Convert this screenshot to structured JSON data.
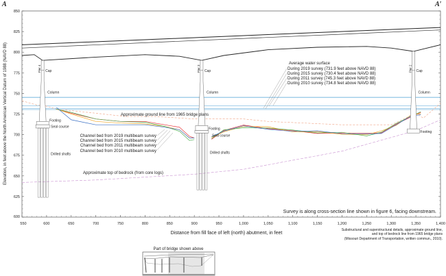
{
  "corner_labels": {
    "left": "A",
    "right": "A′"
  },
  "y_axis": {
    "title": "Elevation, in feet above the North American Vertical Datum of 1988 (NAVD 88)",
    "ticks": [
      "600",
      "625",
      "650",
      "675",
      "700",
      "725",
      "750",
      "775",
      "800",
      "825",
      "850"
    ]
  },
  "x_axis": {
    "title": "Distance from fill face of left (north) abutment, in feet",
    "ticks": [
      "550",
      "600",
      "650",
      "700",
      "750",
      "800",
      "850",
      "900",
      "950",
      "1,000",
      "1,050",
      "1,100",
      "1,150",
      "1,200",
      "1,250",
      "1,300",
      "1,350",
      "1,400"
    ]
  },
  "piers": [
    {
      "name": "Pier 4"
    },
    {
      "name": "Pier 3"
    },
    {
      "name": "Pier 2"
    }
  ],
  "part_labels": {
    "cap": "Cap",
    "column": "Column",
    "footing": "Footing",
    "seal": "Seal course",
    "shafts": "Drilled shafts"
  },
  "water": {
    "title": "Average water surface",
    "items": [
      "During 2019 survey (731.9 feet above NAVD 88)",
      "During 2015 survey (730.4 feet above NAVD 88)",
      "During 2011 survey (745.3 feet above NAVD 88)",
      "During 2010 survey (734.8 feet above NAVD 88)"
    ]
  },
  "ground_label": "Approximate ground line from 1965 bridge plans",
  "bedrock_label": "Approximate top of bedrock (from core logs)",
  "channel_beds": [
    "Channel bed from 2019 multibeam survey",
    "Channel bed from 2015 multibeam survey",
    "Channel bed from 2011 multibeam survey",
    "Channel bed from 2010 multibeam survey"
  ],
  "survey_note": "Survey is along cross-section line shown in figure 6, facing downstream.",
  "source_note": [
    "Substructural and superstructural details, approximate ground line,",
    "and top of bedrock line from 1965 bridge plans",
    "(Missouri Department of Transportation, written commun., 2010)."
  ],
  "inset_title": "Part of bridge shown above",
  "colors": {
    "c2019": "#e8262b",
    "c2015": "#f5a623",
    "c2011": "#4caf50",
    "c2010": "#3a6fc4",
    "water": "#4a9fd4",
    "ground": "#f0a080",
    "bedrock": "#c890d0"
  }
}
